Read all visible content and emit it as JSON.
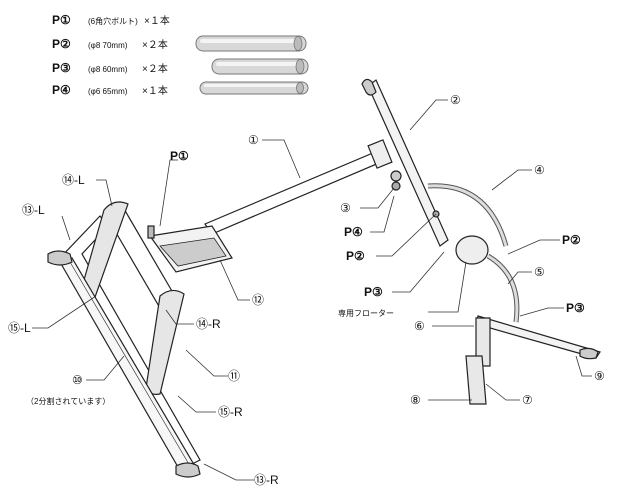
{
  "parts_list": [
    {
      "code": "P①",
      "spec": "(6角穴ボルト)",
      "qty": "×１本"
    },
    {
      "code": "P②",
      "spec": "(φ8  70mm)",
      "qty": "×２本"
    },
    {
      "code": "P③",
      "spec": "(φ8  60mm)",
      "qty": "×２本"
    },
    {
      "code": "P④",
      "spec": "(φ6  65mm)",
      "qty": "×１本"
    }
  ],
  "labels": {
    "n1": "①",
    "n2": "②",
    "n3": "③",
    "n4": "④",
    "n5": "⑤",
    "n6": "⑥",
    "n7": "⑦",
    "n8": "⑧",
    "n9": "⑨",
    "n10": "⑩",
    "n10_note": "（2分割されています）",
    "n11": "⑪",
    "n12": "⑫",
    "n13L": "⑬-L",
    "n13R": "⑬-R",
    "n14L": "⑭-L",
    "n14R": "⑭-R",
    "n15L": "⑮-L",
    "n15R": "⑮-R",
    "p1": "P①",
    "p2a": "P②",
    "p2b": "P②",
    "p3a": "P③",
    "p3b": "P③",
    "p4": "P④",
    "floater": "専用フローター"
  }
}
